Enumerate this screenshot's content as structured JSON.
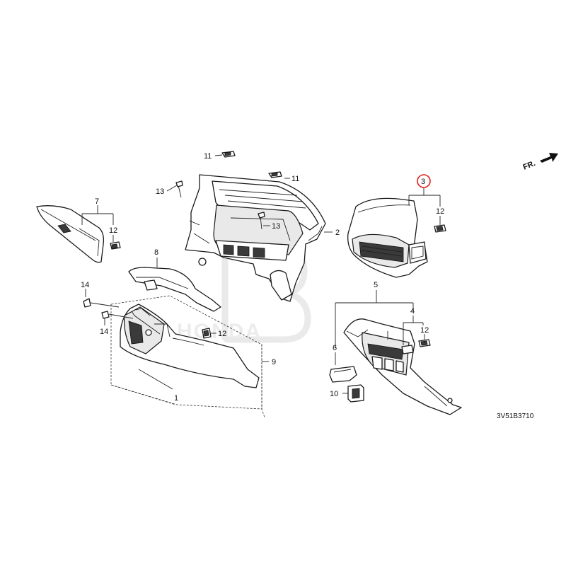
{
  "diagram": {
    "callouts": [
      "1",
      "2",
      "3",
      "4",
      "5",
      "6",
      "7",
      "8",
      "9",
      "10",
      "11",
      "11",
      "12",
      "12",
      "12",
      "12",
      "13",
      "13",
      "14",
      "14"
    ],
    "highlighted_callout": "3",
    "highlight_color": "#e02020",
    "direction_label": "FR.",
    "catalog_code": "3V51B3710",
    "watermark": "HONDA"
  }
}
